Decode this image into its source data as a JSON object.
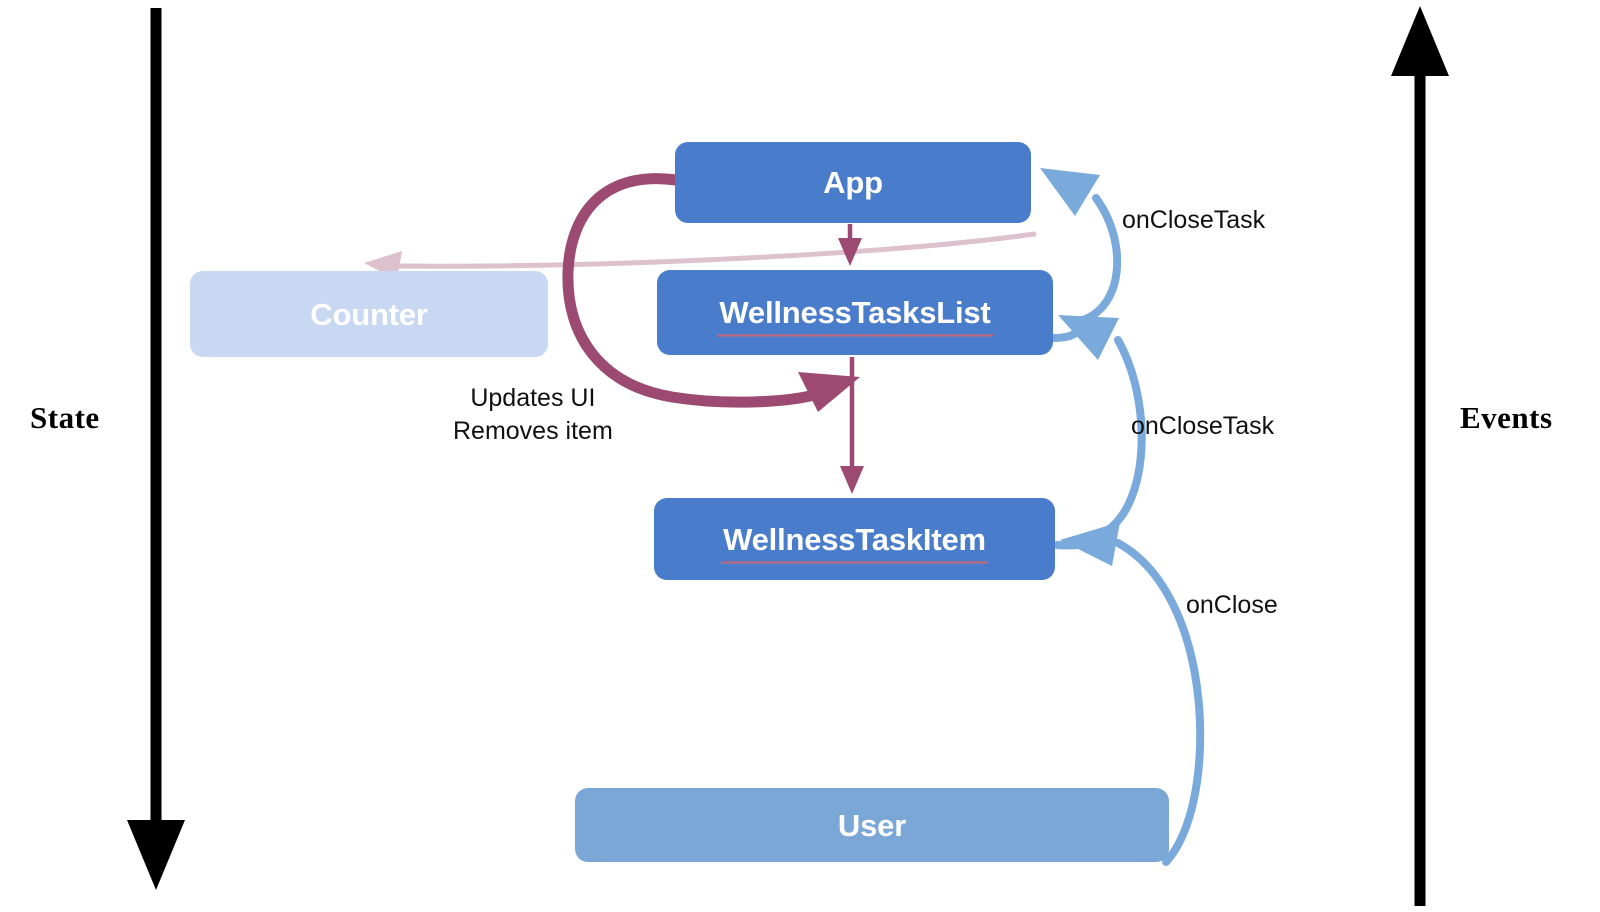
{
  "diagram": {
    "title": "React state and events flow diagram",
    "background_color": "#ffffff",
    "axes": [
      {
        "id": "state-axis",
        "label": "State",
        "direction": "down",
        "color": "#000000",
        "side": "left"
      },
      {
        "id": "events-axis",
        "label": "Events",
        "direction": "up",
        "color": "#000000",
        "side": "right"
      }
    ],
    "nodes": [
      {
        "id": "app",
        "label": "App",
        "fill": "#4a7ccc",
        "text_color": "#ffffff",
        "misspelled": false
      },
      {
        "id": "wellness-tasks-list",
        "label": "WellnessTasksList",
        "fill": "#4a7ccc",
        "text_color": "#ffffff",
        "misspelled": true
      },
      {
        "id": "wellness-task-item",
        "label": "WellnessTaskItem",
        "fill": "#4a7ccc",
        "text_color": "#ffffff",
        "misspelled": true
      },
      {
        "id": "counter",
        "label": "Counter",
        "fill": "#c8d7f2",
        "text_color": "#ffffff",
        "misspelled": false
      },
      {
        "id": "user",
        "label": "User",
        "fill": "#7ba7d7",
        "text_color": "#ffffff",
        "misspelled": false
      }
    ],
    "edges": [
      {
        "id": "app-to-list",
        "from": "app",
        "to": "wellness-tasks-list",
        "label": "",
        "color": "#9c4a72",
        "style": "thin-straight"
      },
      {
        "id": "list-to-item",
        "from": "wellness-tasks-list",
        "to": "wellness-task-item",
        "label": "",
        "color": "#9c4a72",
        "style": "thin-straight"
      },
      {
        "id": "app-to-counter",
        "from": "app",
        "to": "counter",
        "label": "",
        "color": "#ddc2cd",
        "style": "thin-faded"
      },
      {
        "id": "app-updates-list",
        "from": "app",
        "to": "wellness-tasks-list",
        "label": "Updates UI\nRemoves item",
        "label_line1": "Updates UI",
        "label_line2": "Removes item",
        "color": "#9c4a72",
        "style": "thick-curve"
      },
      {
        "id": "list-onclosetask-app",
        "from": "wellness-tasks-list",
        "to": "app",
        "label": "onCloseTask",
        "color": "#7aa9dc",
        "style": "curve"
      },
      {
        "id": "item-onclosetask-list",
        "from": "wellness-task-item",
        "to": "wellness-tasks-list",
        "label": "onCloseTask",
        "color": "#7aa9dc",
        "style": "curve"
      },
      {
        "id": "user-onclose-item",
        "from": "user",
        "to": "wellness-task-item",
        "label": "onClose",
        "color": "#7aa9dc",
        "style": "curve"
      }
    ],
    "colors": {
      "node_blue": "#4a7ccc",
      "node_light_blue": "#7ba7d7",
      "node_pale_blue": "#c8d7f2",
      "state_arrow": "#9c4a72",
      "event_arrow": "#7aa9dc",
      "faded_arrow": "#ddc2cd",
      "axis": "#000000"
    }
  }
}
